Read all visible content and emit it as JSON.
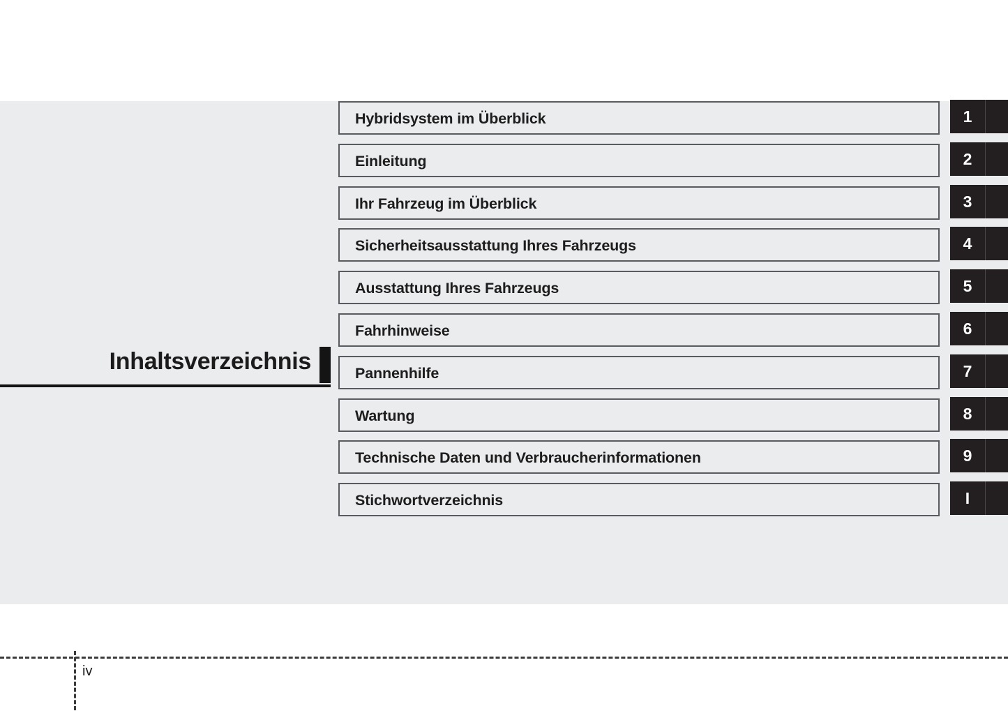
{
  "page": {
    "title": "Inhaltsverzeichnis",
    "page_number": "iv",
    "panel_color": "#ebecee",
    "tab_color": "#231f20",
    "accent_color": "#141414",
    "box_border_color": "#585c60"
  },
  "chapters": [
    {
      "label": "Hybridsystem im Überblick",
      "tab": "1"
    },
    {
      "label": "Einleitung",
      "tab": "2"
    },
    {
      "label": "Ihr Fahrzeug im Überblick",
      "tab": "3"
    },
    {
      "label": "Sicherheitsausstattung Ihres Fahrzeugs",
      "tab": "4"
    },
    {
      "label": "Ausstattung Ihres Fahrzeugs",
      "tab": "5"
    },
    {
      "label": "Fahrhinweise",
      "tab": "6"
    },
    {
      "label": "Pannenhilfe",
      "tab": "7"
    },
    {
      "label": "Wartung",
      "tab": "8"
    },
    {
      "label": "Technische Daten und Verbraucherinformationen",
      "tab": "9"
    },
    {
      "label": "Stichwortverzeichnis",
      "tab": "I"
    }
  ]
}
